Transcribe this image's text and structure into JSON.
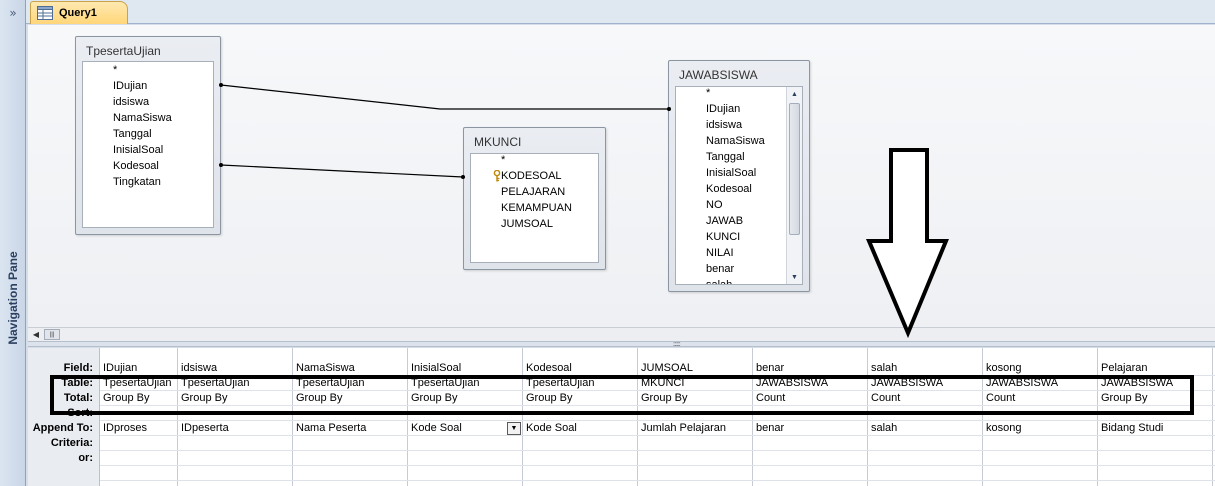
{
  "nav_pane": {
    "toggle": "»",
    "label": "Navigation Pane"
  },
  "tab": {
    "label": "Query1"
  },
  "tables": [
    {
      "title": "TpesertaUjian",
      "fields": [
        "*",
        "IDujian",
        "idsiswa",
        "NamaSiswa",
        "Tanggal",
        "InisialSoal",
        "Kodesoal",
        "Tingkatan"
      ]
    },
    {
      "title": "MKUNCI",
      "fields": [
        "*",
        "KODESOAL",
        "PELAJARAN",
        "KEMAMPUAN",
        "JUMSOAL"
      ],
      "key_field": "KODESOAL"
    },
    {
      "title": "JAWABSISWA",
      "fields": [
        "*",
        "IDujian",
        "idsiswa",
        "NamaSiswa",
        "Tanggal",
        "InisialSoal",
        "Kodesoal",
        "NO",
        "JAWAB",
        "KUNCI",
        "NILAI",
        "benar",
        "salah"
      ]
    }
  ],
  "grid": {
    "row_labels": [
      "Field:",
      "Table:",
      "Total:",
      "Sort:",
      "Append To:",
      "Criteria:",
      "or:"
    ],
    "columns": [
      {
        "field": "IDujian",
        "table": "TpesertaUjian",
        "total": "Group By",
        "append": "IDproses"
      },
      {
        "field": "idsiswa",
        "table": "TpesertaUjian",
        "total": "Group By",
        "append": "IDpeserta"
      },
      {
        "field": "NamaSiswa",
        "table": "TpesertaUjian",
        "total": "Group By",
        "append": "Nama Peserta"
      },
      {
        "field": "InisialSoal",
        "table": "TpesertaUjian",
        "total": "Group By",
        "append": "Kode Soal"
      },
      {
        "field": "Kodesoal",
        "table": "TpesertaUjian",
        "total": "Group By",
        "append": "Kode Soal"
      },
      {
        "field": "JUMSOAL",
        "table": "MKUNCI",
        "total": "Group By",
        "append": "Jumlah Pelajaran"
      },
      {
        "field": "benar",
        "table": "JAWABSISWA",
        "total": "Count",
        "append": "benar"
      },
      {
        "field": "salah",
        "table": "JAWABSISWA",
        "total": "Count",
        "append": "salah"
      },
      {
        "field": "kosong",
        "table": "JAWABSISWA",
        "total": "Count",
        "append": "kosong"
      },
      {
        "field": "Pelajaran",
        "table": "JAWABSISWA",
        "total": "Group By",
        "append": "Bidang Studi"
      }
    ]
  },
  "colors": {
    "highlight": "#000000",
    "tab_active": "#ffd67a",
    "key_icon": "#d4a017"
  }
}
